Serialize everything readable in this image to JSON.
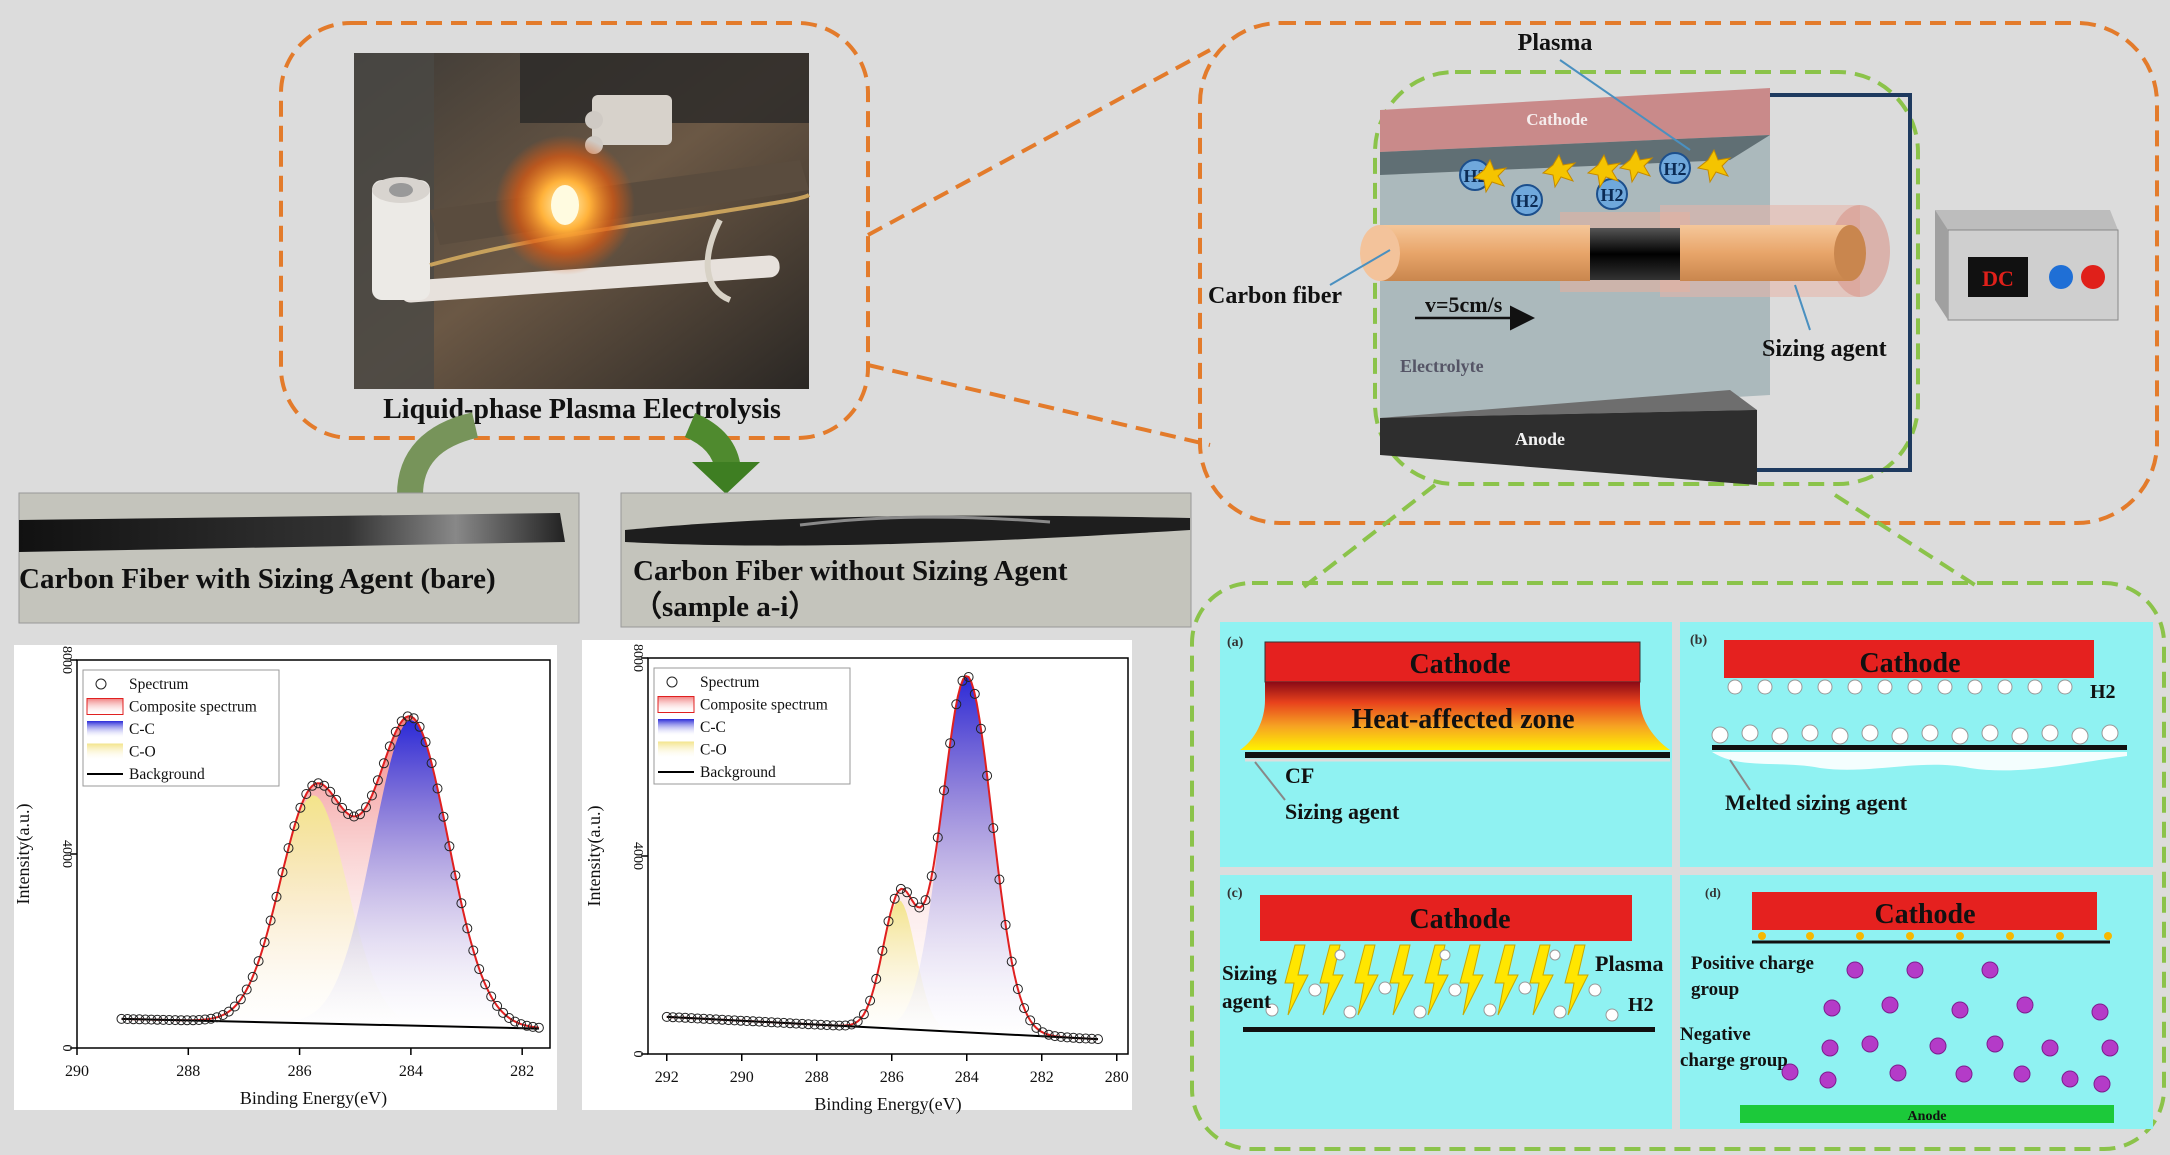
{
  "top_left": {
    "caption": "Liquid-phase Plasma Electrolysis"
  },
  "samples": {
    "left_label": "Carbon Fiber with Sizing Agent (bare)",
    "right_label_line1": "Carbon Fiber without Sizing Agent",
    "right_label_line2": "（sample a-i）"
  },
  "reactor": {
    "plasma": "Plasma",
    "cathode": "Cathode",
    "anode": "Anode",
    "electrolyte": "Electrolyte",
    "carbon_fiber": "Carbon fiber",
    "sizing_agent": "Sizing agent",
    "velocity": "v=5cm/s",
    "h2": "H2",
    "dc": "DC"
  },
  "panels": {
    "a": {
      "tag": "(a)",
      "cathode": "Cathode",
      "haz": "Heat-affected zone",
      "cf": "CF",
      "sizing": "Sizing agent"
    },
    "b": {
      "tag": "(b)",
      "cathode": "Cathode",
      "h2": "H2",
      "melted": "Melted sizing agent"
    },
    "c": {
      "tag": "(c)",
      "cathode": "Cathode",
      "sizing1": "Sizing",
      "sizing2": "agent",
      "plasma": "Plasma",
      "h2": "H2"
    },
    "d": {
      "tag": "(d)",
      "cathode": "Cathode",
      "pos1": "Positive charge",
      "pos2": "group",
      "neg1": "Negative",
      "neg2": "charge group",
      "anode": "Anode"
    }
  },
  "chart_data": [
    {
      "type": "line",
      "xlabel": "Binding Energy(eV)",
      "ylabel": "Intensity(a.u.)",
      "xlim": [
        290,
        281.5
      ],
      "ylim": [
        0,
        8000
      ],
      "xticks": [
        "290",
        "288",
        "286",
        "284",
        "282"
      ],
      "yticks": [
        "0",
        "4000",
        "8000"
      ],
      "legend": [
        "Spectrum",
        "Composite spectrum",
        "C-C",
        "C-O",
        "Background"
      ],
      "series": [
        {
          "name": "C-C",
          "center": 284.0,
          "height": 6300,
          "width": 1.0
        },
        {
          "name": "C-O",
          "center": 285.75,
          "height": 4700,
          "width": 0.9
        }
      ],
      "background": {
        "x": [
          289.2,
          281.7
        ],
        "y": [
          600,
          400
        ]
      }
    },
    {
      "type": "line",
      "xlabel": "Binding Energy(eV)",
      "ylabel": "Intensity(a.u.)",
      "xlim": [
        292.5,
        279.7
      ],
      "ylim": [
        0,
        8000
      ],
      "xticks": [
        "292",
        "290",
        "288",
        "286",
        "284",
        "282",
        "280"
      ],
      "yticks": [
        "0",
        "4000",
        "8000"
      ],
      "legend": [
        "Spectrum",
        "Composite spectrum",
        "C-C",
        "C-O",
        "Background"
      ],
      "series": [
        {
          "name": "C-C",
          "center": 284.0,
          "height": 7200,
          "width": 1.0
        },
        {
          "name": "C-O",
          "center": 285.8,
          "height": 2600,
          "width": 0.65
        }
      ],
      "background": {
        "x": [
          292.0,
          280.5
        ],
        "y": [
          750,
          300
        ]
      }
    }
  ]
}
